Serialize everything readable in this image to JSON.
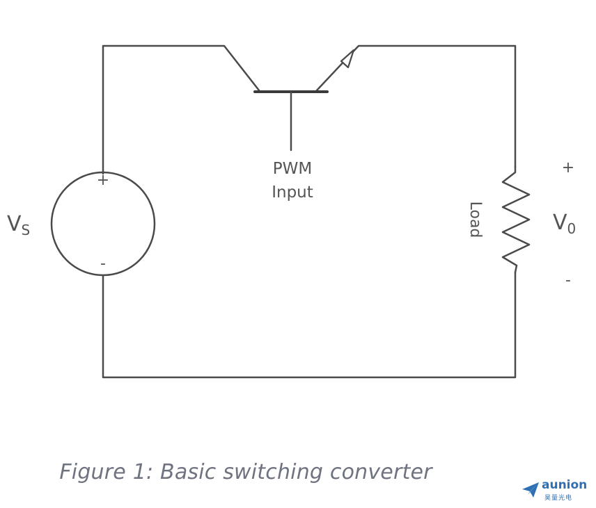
{
  "diagram": {
    "gate_label_line1": "PWM",
    "gate_label_line2": "Input",
    "source_label_main": "V",
    "source_label_sub": "S",
    "source_plus": "+",
    "source_minus": "-",
    "load_label": "Load",
    "output_label_main": "V",
    "output_label_sub": "0",
    "output_plus": "+",
    "output_minus": "-"
  },
  "caption": "Figure 1: Basic switching converter",
  "logo": {
    "brand": "aunion",
    "brand_sub": "昊量光电"
  },
  "colors": {
    "wire": "#4a4a4a",
    "caption": "#6f7380",
    "logo": "#2f6fb3"
  }
}
